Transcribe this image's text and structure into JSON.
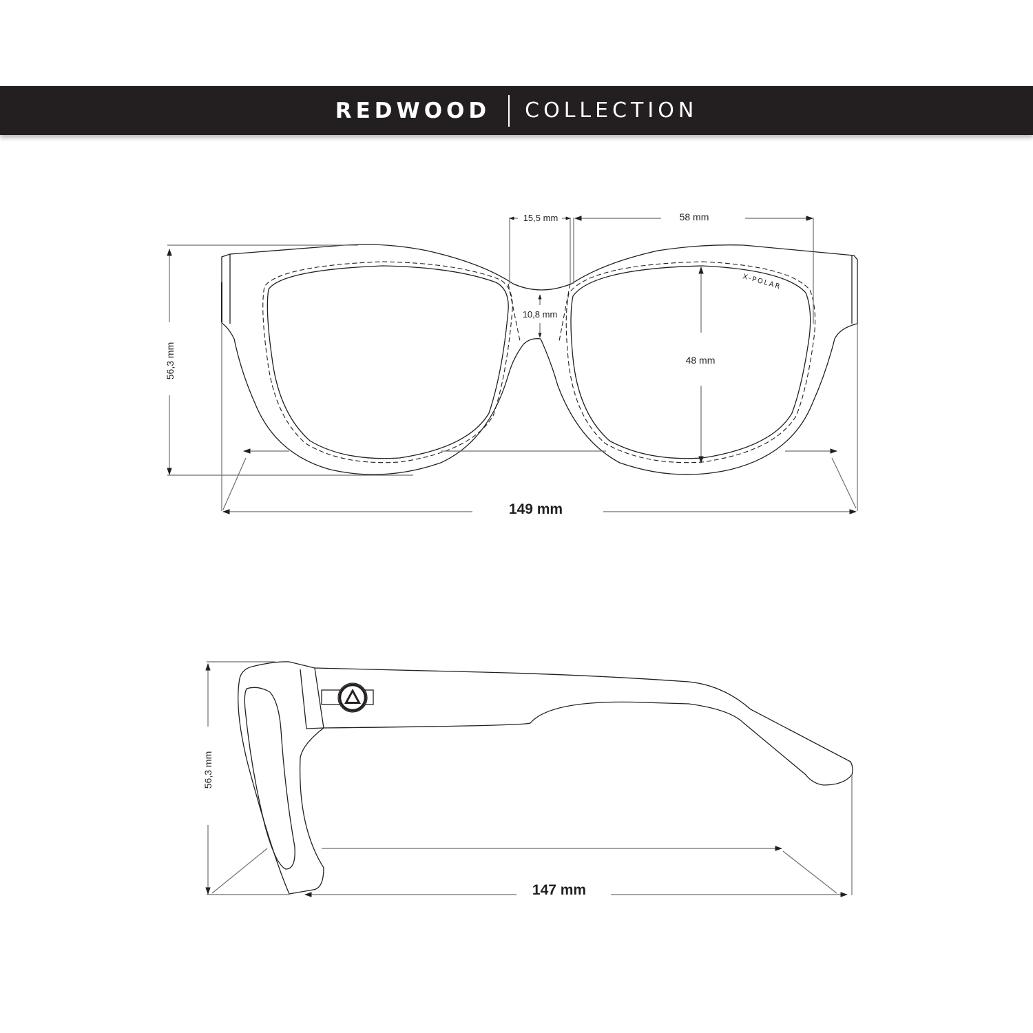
{
  "header": {
    "collection_name": "REDWOOD",
    "collection_label": "COLLECTION",
    "band_color": "#231f20",
    "text_color": "#ffffff"
  },
  "front_view": {
    "lens_branding": "X-POLAR",
    "dimensions": {
      "bridge_width": "15,5 mm",
      "lens_width": "58 mm",
      "bridge_height": "10,8 mm",
      "lens_height": "48 mm",
      "frame_height": "56,3 mm",
      "total_width": "149 mm"
    }
  },
  "side_view": {
    "temple_logo": "triangle-in-circle",
    "dimensions": {
      "frame_height": "56,3 mm",
      "temple_length": "147 mm"
    }
  },
  "colors": {
    "line": "#231f20",
    "dimension_line": "#6d6e71",
    "background": "#ffffff"
  }
}
